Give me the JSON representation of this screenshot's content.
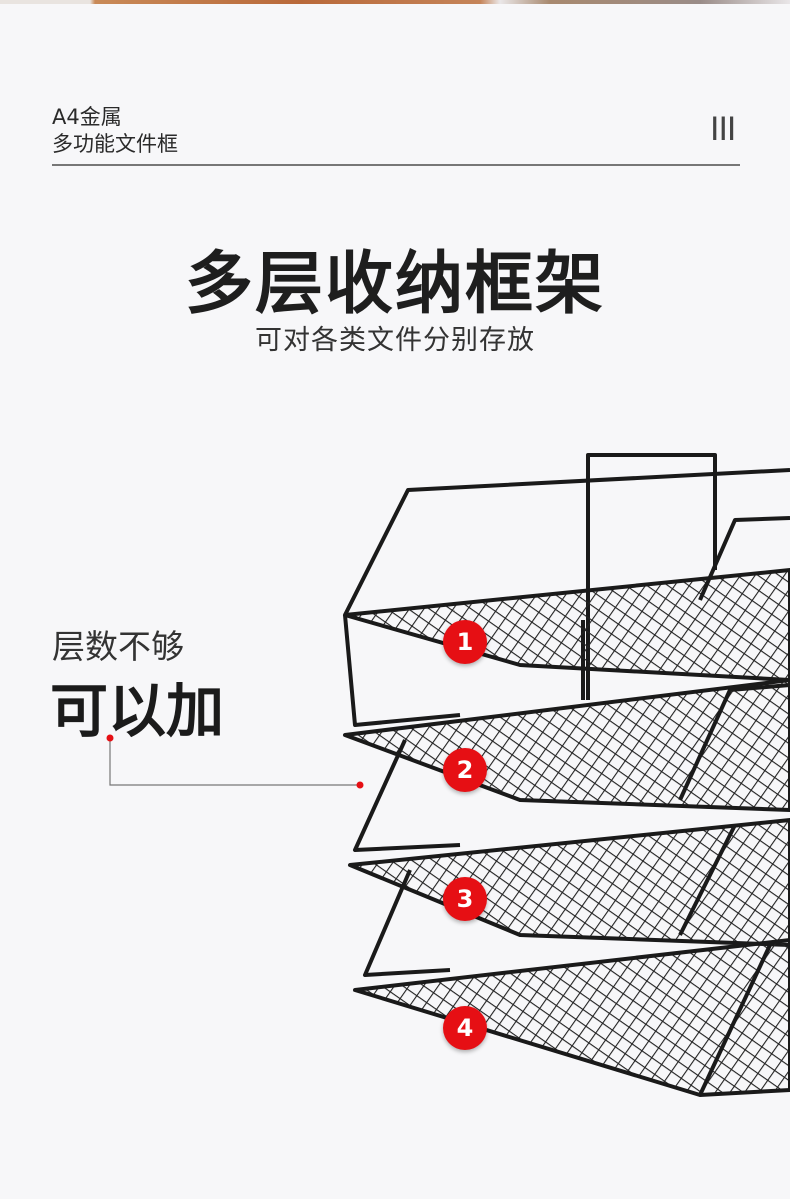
{
  "header": {
    "line1": "A4金属",
    "line2": "多功能文件框",
    "section_marker": "III"
  },
  "title": "多层收纳框架",
  "subtitle": "可对各类文件分别存放",
  "callout": {
    "line1": "层数不够",
    "line2": "可以加"
  },
  "tiers": [
    "1",
    "2",
    "3",
    "4"
  ],
  "colors": {
    "badge": "#e60f14",
    "wire": "#1a1a1a"
  }
}
